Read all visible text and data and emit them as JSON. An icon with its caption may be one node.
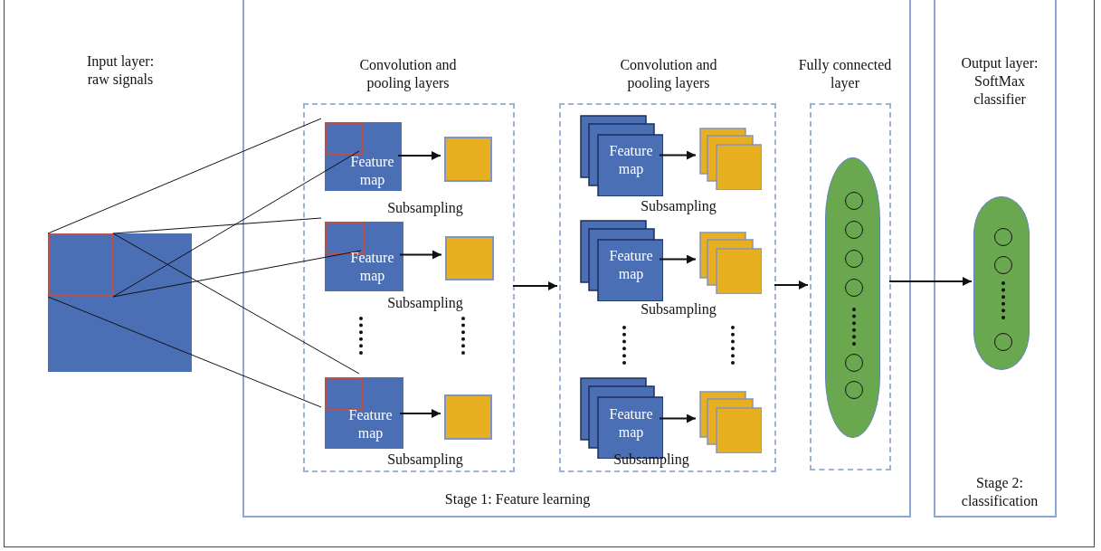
{
  "diagram": {
    "nodes": [
      {
        "text": [],
        "shape": "box"
      },
      {
        "text": [],
        "shape": "box",
        "in": 0
      },
      {
        "text": [
          "Stage 1: Feature learning"
        ]
      },
      {
        "text": [
          "Convolution and pooling layers"
        ],
        "in": 2
      },
      {
        "text": [
          "Feature map"
        ],
        "in": 3
      },
      {
        "text": [],
        "shape": "box",
        "in": 4
      },
      {
        "text": [],
        "shape": "box",
        "in": 3,
        "beside": [
          "Subsampling"
        ]
      },
      {
        "text": [
          "Feature map"
        ],
        "in": 3
      },
      {
        "text": [],
        "shape": "box",
        "in": 7
      },
      {
        "text": [],
        "shape": "box",
        "in": 3,
        "beside": [
          "Subsampling"
        ]
      },
      {
        "text": [
          "Feature map"
        ],
        "in": 3
      },
      {
        "text": [],
        "shape": "box",
        "in": 10
      },
      {
        "text": [],
        "shape": "box",
        "in": 3,
        "beside": [
          "Subsampling"
        ]
      },
      {
        "text": [
          "Convolution and pooling layers"
        ],
        "in": 2
      },
      {
        "text": [
          "Feature map"
        ],
        "in": 13
      },
      {
        "text": [],
        "shape": "box",
        "in": 13
      },
      {
        "text": [
          "Feature map"
        ],
        "in": 13
      },
      {
        "text": [],
        "shape": "box",
        "in": 13
      },
      {
        "text": [
          "Feature map"
        ],
        "in": 13
      },
      {
        "text": [],
        "shape": "box",
        "in": 13
      },
      {
        "text": [
          "Fully connected layer"
        ],
        "in": 2
      },
      {
        "text": [],
        "shape": "ellipse",
        "in": 20
      },
      {
        "text": [
          "Output layer: SoftMax classifier",
          "Stage 2: classification"
        ]
      },
      {
        "text": [],
        "shape": "ellipse",
        "in": 22
      }
    ],
    "edges": [
      {
        "from": 1,
        "to": 5,
        "arrow": "none"
      },
      {
        "from": 1,
        "to": 5,
        "arrow": "none"
      },
      {
        "from": 1,
        "to": 8,
        "arrow": "none"
      },
      {
        "from": 1,
        "to": 8,
        "arrow": "none"
      },
      {
        "from": 1,
        "to": 11,
        "arrow": "none"
      },
      {
        "from": 1,
        "to": 11,
        "arrow": "none"
      },
      {
        "from": 4,
        "to": 6,
        "arrow": "to"
      },
      {
        "from": 7,
        "to": 9,
        "arrow": "to"
      },
      {
        "from": 10,
        "to": 12,
        "arrow": "to"
      },
      {
        "from": 3,
        "to": 13,
        "arrow": "to"
      },
      {
        "from": 14,
        "to": 15,
        "arrow": "to"
      },
      {
        "from": 16,
        "to": 17,
        "arrow": "to"
      },
      {
        "from": 18,
        "to": 19,
        "arrow": "to"
      },
      {
        "from": 13,
        "to": 20,
        "arrow": "to"
      },
      {
        "from": 20,
        "to": 23,
        "arrow": "to"
      }
    ],
    "labels": [
      "Input layer: raw signals",
      "Subsampling",
      "Subsampling",
      "Subsampling"
    ]
  }
}
